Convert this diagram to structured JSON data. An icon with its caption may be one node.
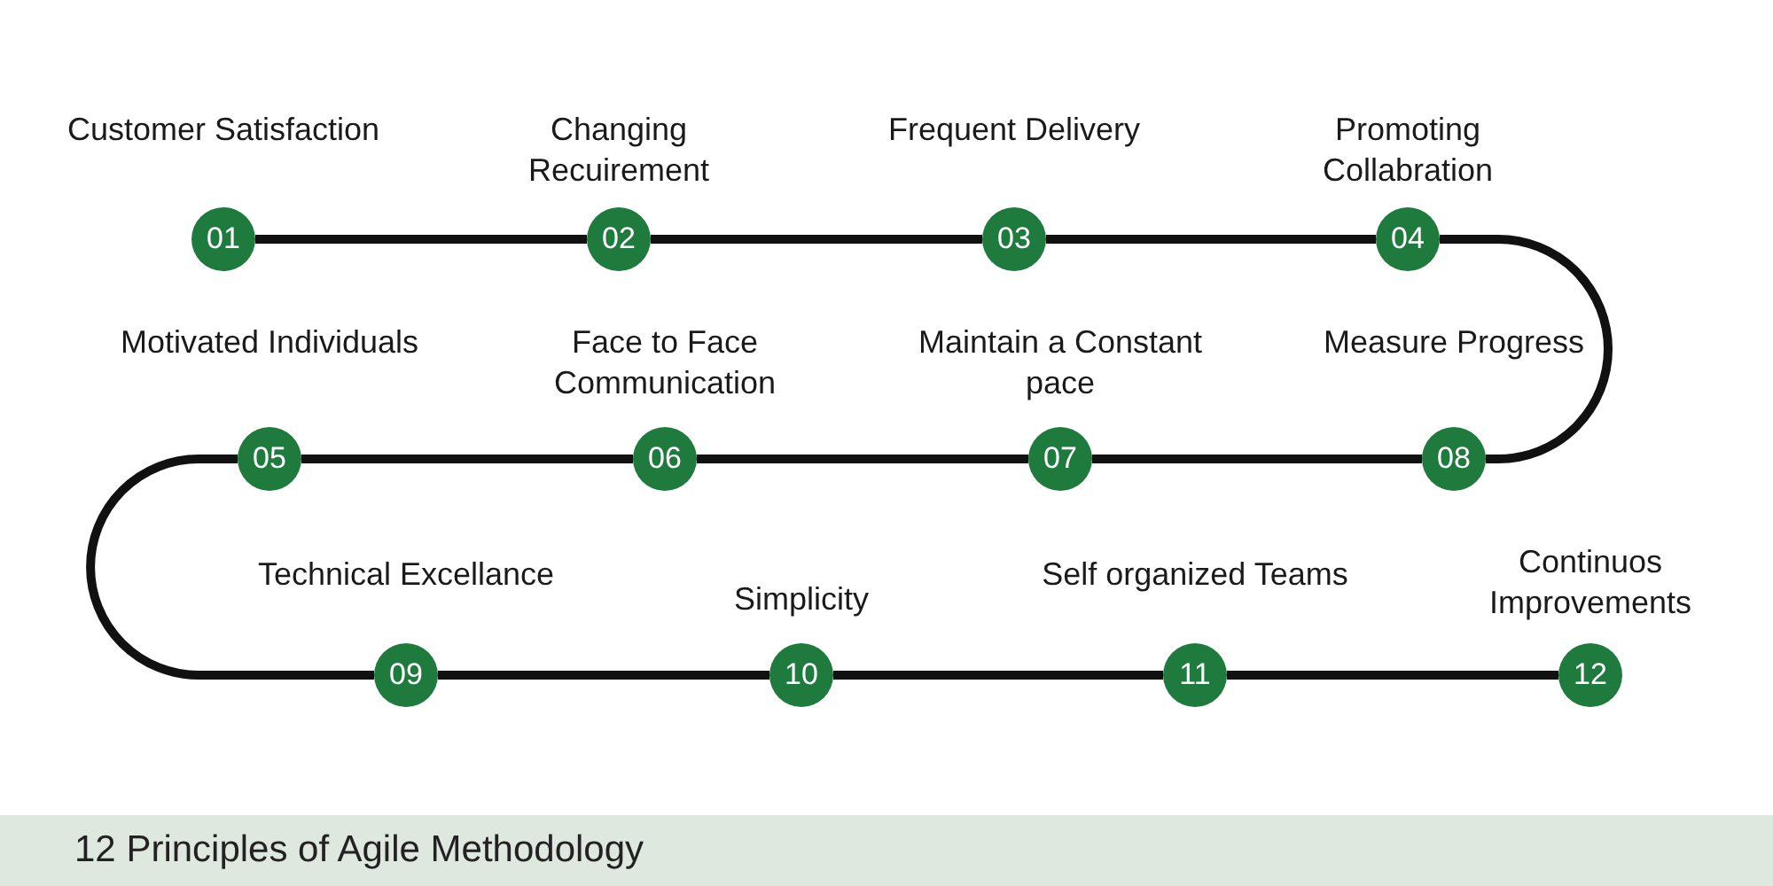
{
  "diagram": {
    "title": "12 Principles of Agile Methodology",
    "nodes": [
      {
        "text": [
          "01"
        ],
        "beside": [
          "Customer Satisfaction"
        ]
      },
      {
        "text": [
          "02"
        ],
        "beside": [
          "Changing Recuirement"
        ]
      },
      {
        "text": [
          "03"
        ],
        "beside": [
          "Frequent Delivery"
        ]
      },
      {
        "text": [
          "04"
        ],
        "beside": [
          "Promoting Collabration"
        ]
      },
      {
        "text": [
          "05"
        ],
        "beside": [
          "Motivated Individuals"
        ]
      },
      {
        "text": [
          "06"
        ],
        "beside": [
          "Face to Face Communication"
        ]
      },
      {
        "text": [
          "07"
        ],
        "beside": [
          "Maintain a Constant pace"
        ]
      },
      {
        "text": [
          "08"
        ],
        "beside": [
          "Measure Progress"
        ]
      },
      {
        "text": [
          "09"
        ],
        "beside": [
          "Technical Excellance"
        ]
      },
      {
        "text": [
          "10"
        ],
        "beside": [
          "Simplicity"
        ]
      },
      {
        "text": [
          "11"
        ],
        "beside": [
          "Self organized Teams"
        ]
      },
      {
        "text": [
          "12"
        ],
        "beside": [
          "Continuos Improvements"
        ]
      }
    ],
    "edges": [
      {
        "from": 0,
        "to": 1,
        "arrow": "none"
      },
      {
        "from": 1,
        "to": 2,
        "arrow": "none"
      },
      {
        "from": 2,
        "to": 3,
        "arrow": "none"
      },
      {
        "from": 3,
        "to": 7,
        "arrow": "none"
      },
      {
        "from": 7,
        "to": 6,
        "arrow": "none"
      },
      {
        "from": 6,
        "to": 5,
        "arrow": "none"
      },
      {
        "from": 5,
        "to": 4,
        "arrow": "none"
      },
      {
        "from": 4,
        "to": 8,
        "arrow": "none"
      },
      {
        "from": 8,
        "to": 9,
        "arrow": "none"
      },
      {
        "from": 9,
        "to": 10,
        "arrow": "none"
      },
      {
        "from": 10,
        "to": 11,
        "arrow": "none"
      }
    ]
  }
}
